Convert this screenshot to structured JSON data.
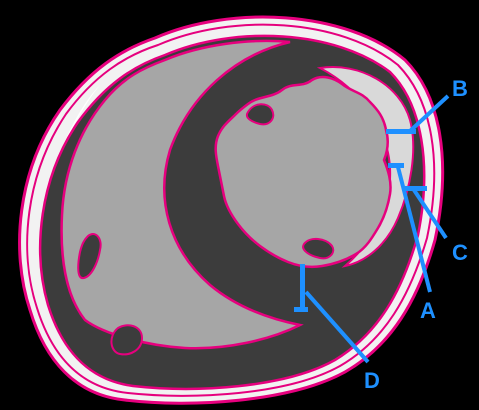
{
  "colors": {
    "background": "#000000",
    "outline_magenta": "#e6007e",
    "outer_white_band": "#f2f2f2",
    "myocardium_dark": "#3c3c3c",
    "cavity_gray": "#a6a6a6",
    "thin_layer_light": "#d9d9d9",
    "annotation_blue": "#1e90ff"
  },
  "labels": {
    "a": "A",
    "b": "B",
    "c": "C",
    "d": "D"
  }
}
